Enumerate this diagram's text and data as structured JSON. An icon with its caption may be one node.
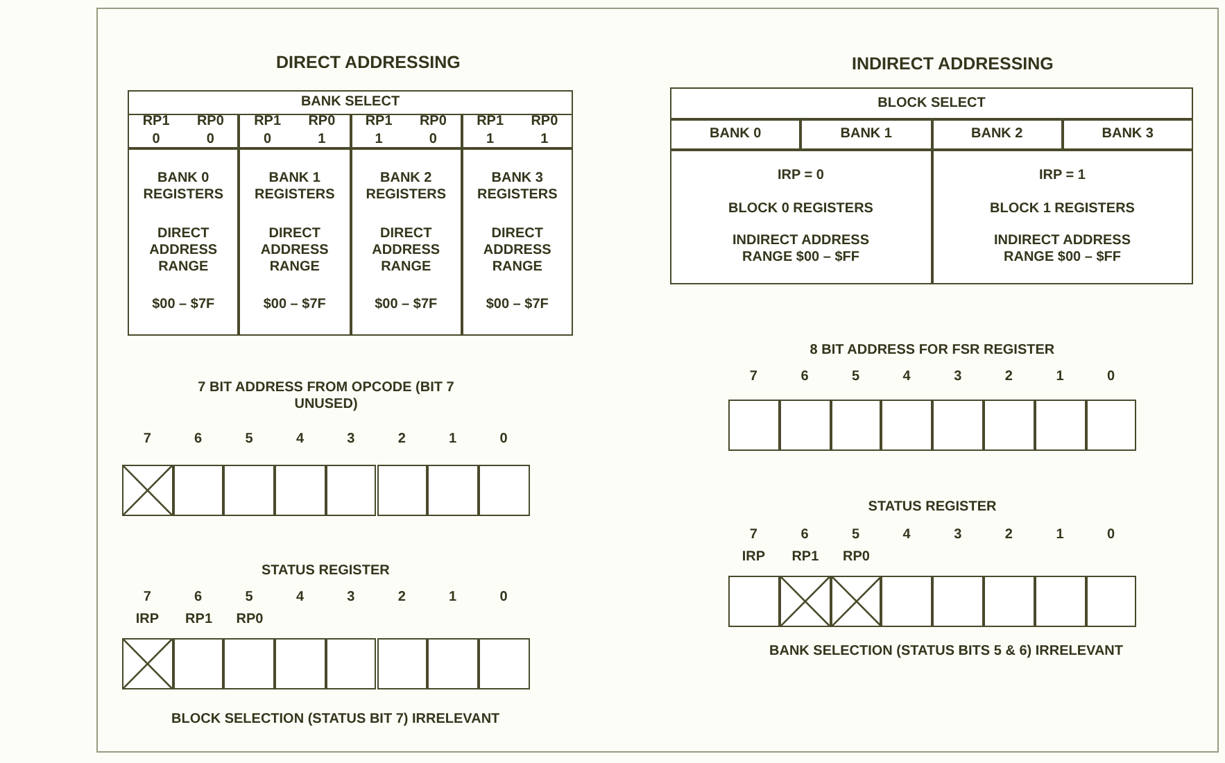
{
  "diagram": {
    "nodes": [
      {
        "text": [
          "BANK SELECT"
        ]
      },
      {
        "text": [
          "RP1",
          "RP0",
          "0",
          "0"
        ]
      },
      {
        "text": [
          "RP1",
          "RP0",
          "0",
          "1"
        ]
      },
      {
        "text": [
          "RP1",
          "RP0",
          "1",
          "0"
        ]
      },
      {
        "text": [
          "RP1",
          "RP0",
          "1",
          "1"
        ]
      },
      {
        "text": [
          "BANK 0 REGISTERS",
          "DIRECT ADDRESS RANGE",
          "$00 – $7F"
        ]
      },
      {
        "text": [
          "BANK 1 REGISTERS",
          "DIRECT ADDRESS RANGE",
          "$00 – $7F"
        ]
      },
      {
        "text": [
          "BANK 2 REGISTERS",
          "DIRECT ADDRESS RANGE",
          "$00 – $7F"
        ]
      },
      {
        "text": [
          "BANK 3 REGISTERS",
          "DIRECT ADDRESS RANGE",
          "$00 – $7F"
        ]
      },
      {
        "text": [],
        "shape": "cross"
      },
      {
        "text": [],
        "shape": "box"
      },
      {
        "text": [],
        "shape": "box"
      },
      {
        "text": [],
        "shape": "box"
      },
      {
        "text": [],
        "shape": "box"
      },
      {
        "text": [],
        "shape": "box"
      },
      {
        "text": [],
        "shape": "box"
      },
      {
        "text": [],
        "shape": "box"
      },
      {
        "text": [],
        "shape": "cross"
      },
      {
        "text": [],
        "shape": "box"
      },
      {
        "text": [],
        "shape": "box"
      },
      {
        "text": [],
        "shape": "box"
      },
      {
        "text": [],
        "shape": "box"
      },
      {
        "text": [],
        "shape": "box"
      },
      {
        "text": [],
        "shape": "box"
      },
      {
        "text": [],
        "shape": "box"
      },
      {
        "text": [
          "BLOCK SELECT"
        ]
      },
      {
        "text": [
          "BANK 0"
        ]
      },
      {
        "text": [
          "BANK 1"
        ]
      },
      {
        "text": [
          "BANK 2"
        ]
      },
      {
        "text": [
          "BANK 3"
        ]
      },
      {
        "text": [
          "IRP = 0",
          "BLOCK 0 REGISTERS",
          "INDIRECT ADDRESS RANGE $00 – $FF"
        ]
      },
      {
        "text": [
          "IRP = 1",
          "BLOCK 1 REGISTERS",
          "INDIRECT ADDRESS RANGE $00 – $FF"
        ]
      },
      {
        "text": [],
        "shape": "box"
      },
      {
        "text": [],
        "shape": "box"
      },
      {
        "text": [],
        "shape": "box"
      },
      {
        "text": [],
        "shape": "box"
      },
      {
        "text": [],
        "shape": "box"
      },
      {
        "text": [],
        "shape": "box"
      },
      {
        "text": [],
        "shape": "box"
      },
      {
        "text": [],
        "shape": "box"
      },
      {
        "text": [],
        "shape": "box"
      },
      {
        "text": [],
        "shape": "cross"
      },
      {
        "text": [],
        "shape": "cross"
      },
      {
        "text": [],
        "shape": "box"
      },
      {
        "text": [],
        "shape": "box"
      },
      {
        "text": [],
        "shape": "box"
      },
      {
        "text": [],
        "shape": "box"
      },
      {
        "text": [],
        "shape": "box"
      }
    ],
    "labels": [
      "DIRECT ADDRESSING",
      "7 BIT ADDRESS FROM OPCODE (BIT 7 UNUSED)",
      "7",
      "6",
      "5",
      "4",
      "3",
      "2",
      "1",
      "0",
      "STATUS REGISTER",
      "7",
      "6",
      "5",
      "4",
      "3",
      "2",
      "1",
      "0",
      "IRP",
      "RP1",
      "RP0",
      "BLOCK SELECTION (STATUS BIT 7) IRRELEVANT",
      "INDIRECT ADDRESSING",
      "8 BIT ADDRESS FOR FSR REGISTER",
      "7",
      "6",
      "5",
      "4",
      "3",
      "2",
      "1",
      "0",
      "STATUS REGISTER",
      "7",
      "6",
      "5",
      "4",
      "3",
      "2",
      "1",
      "0",
      "IRP",
      "RP1",
      "RP0",
      "BANK SELECTION (STATUS BITS 5 & 6) IRRELEVANT"
    ]
  }
}
